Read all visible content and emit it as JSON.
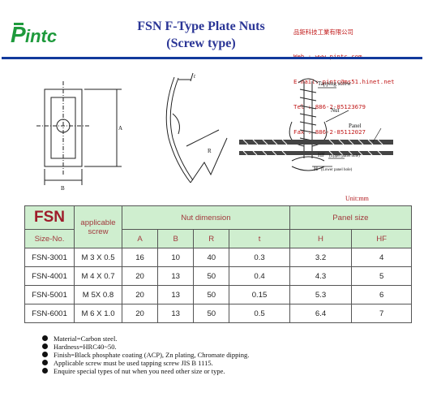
{
  "header": {
    "logo_text": "Pintc",
    "title_line1": "FSN  F-Type Plate Nuts",
    "title_line2": "(Screw type)",
    "company_lines": [
      "品鉅科技工業有限公司",
      "Web : www.pintc.com",
      "E-mail: pintc@ms51.hinet.net",
      "Tel : 886-2-85123679",
      "Fax : 886-2-85112027"
    ],
    "colors": {
      "title": "#2a3596",
      "company": "#c01818",
      "rule": "#123a9c",
      "logo": "#1e9a3c"
    }
  },
  "diagram": {
    "labels": {
      "a": "A",
      "b": "B",
      "r": "R",
      "t": "t",
      "tapping_screw": "Tapping screw",
      "nut": "Nut",
      "panel": "Panel",
      "hf": "HF",
      "hf_note": "(Upper panel hole)",
      "h": "H",
      "h_note": "(Lower panel hole)"
    }
  },
  "unit_label": "Unit:mm",
  "table": {
    "header_color": "#cfeecf",
    "series": "FSN",
    "size_no": "Size-No.",
    "applicable_screw": "applicable screw",
    "nut_dimension": "Nut dimension",
    "panel_size": "Panel size",
    "columns": [
      "A",
      "B",
      "R",
      "t",
      "H",
      "HF"
    ],
    "rows": [
      [
        "FSN-3001",
        "M 3 X 0.5",
        "16",
        "10",
        "40",
        "0.3",
        "3.2",
        "4"
      ],
      [
        "FSN-4001",
        "M 4 X 0.7",
        "20",
        "13",
        "50",
        "0.4",
        "4.3",
        "5"
      ],
      [
        "FSN-5001",
        "M 5X 0.8",
        "20",
        "13",
        "50",
        "0.15",
        "5.3",
        "6"
      ],
      [
        "FSN-6001",
        "M 6 X 1.0",
        "20",
        "13",
        "50",
        "0.5",
        "6.4",
        "7"
      ]
    ]
  },
  "notes": [
    "Material=Carbon steel.",
    "Hardness=HRC40~50.",
    "Finish=Black phosphate coating (ACP), Zn plating, Chromate dipping.",
    "Applicable screw must be used tapping screw JIS B 1115.",
    "Enquire special types of nut when you need other size or  type."
  ]
}
